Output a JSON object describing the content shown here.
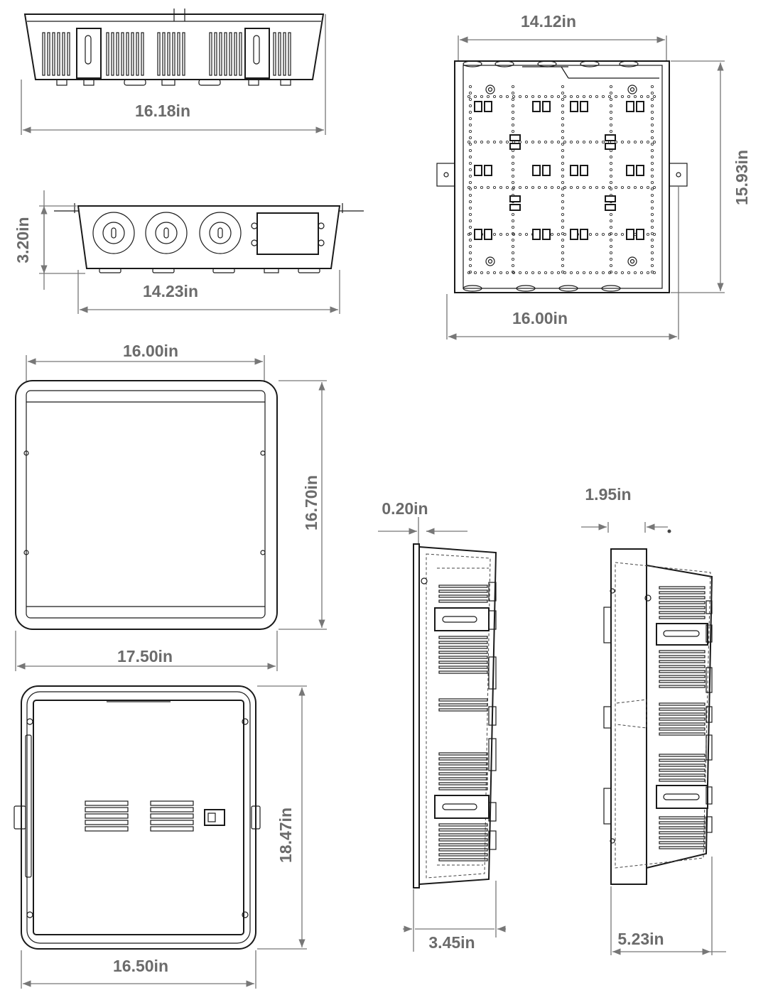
{
  "dimensions": {
    "top_view_width": "16.18in",
    "front_height": "3.20in",
    "front_width": "14.23in",
    "interior_width_top": "14.12in",
    "interior_width_bottom": "16.00in",
    "interior_height": "15.93in",
    "cover_width_top": "16.00in",
    "cover_height": "16.70in",
    "cover_width_bottom": "17.50in",
    "door_height": "18.47in",
    "door_width": "16.50in",
    "flange_thickness": "0.20in",
    "side_depth_a": "3.45in",
    "side_offset": "1.95in",
    "side_depth_b": "5.23in"
  }
}
